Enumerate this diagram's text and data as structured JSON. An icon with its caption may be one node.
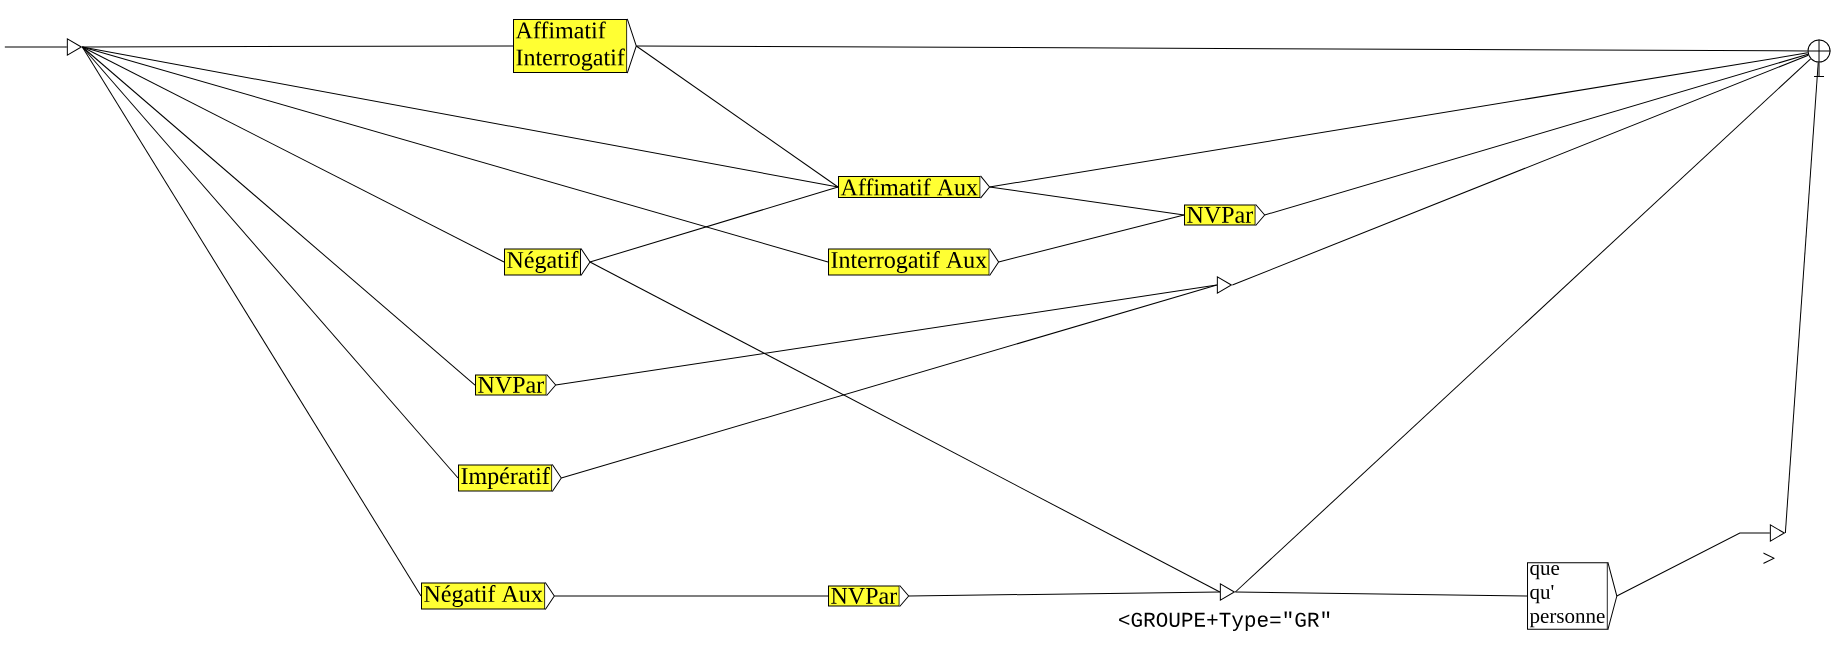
{
  "diagram": {
    "nodes": [
      {
        "text": [],
        "shape": "triangle"
      },
      {
        "text": [
          "Affimatif",
          "Interrogatif"
        ]
      },
      {
        "text": [
          "Affimatif  Aux"
        ]
      },
      {
        "text": [
          "Négatif"
        ]
      },
      {
        "text": [
          "Interrogatif  Aux"
        ]
      },
      {
        "text": [
          "NVPar"
        ]
      },
      {
        "text": [],
        "shape": "triangle"
      },
      {
        "text": [
          "NVPar"
        ]
      },
      {
        "text": [
          "Impératif"
        ]
      },
      {
        "text": [
          "Négatif  Aux"
        ]
      },
      {
        "text": [
          "NVPar"
        ]
      },
      {
        "text": [],
        "shape": "triangle",
        "beside": [
          "<GROUPE+Type=\"GR\""
        ]
      },
      {
        "text": [
          "que",
          "qu'",
          "personne"
        ]
      },
      {
        "text": [],
        "shape": "triangle",
        "beside": [
          ">"
        ]
      },
      {
        "text": [],
        "shape": "circle"
      }
    ],
    "edges": [
      {
        "from": null,
        "to": 0,
        "arrow": "none"
      },
      {
        "from": 0,
        "to": 1,
        "arrow": "none"
      },
      {
        "from": 0,
        "to": 2,
        "arrow": "none"
      },
      {
        "from": 0,
        "to": 3,
        "arrow": "none"
      },
      {
        "from": 0,
        "to": 4,
        "arrow": "none"
      },
      {
        "from": 0,
        "to": 7,
        "arrow": "none"
      },
      {
        "from": 0,
        "to": 8,
        "arrow": "none"
      },
      {
        "from": 0,
        "to": 9,
        "arrow": "none"
      },
      {
        "from": 1,
        "to": 14,
        "arrow": "none"
      },
      {
        "from": 1,
        "to": 2,
        "arrow": "none"
      },
      {
        "from": 2,
        "to": 14,
        "arrow": "none"
      },
      {
        "from": 2,
        "to": 5,
        "arrow": "none"
      },
      {
        "from": 3,
        "to": 2,
        "arrow": "none"
      },
      {
        "from": 3,
        "to": 11,
        "arrow": "none"
      },
      {
        "from": 4,
        "to": 5,
        "arrow": "none"
      },
      {
        "from": 5,
        "to": 14,
        "arrow": "none"
      },
      {
        "from": 6,
        "to": 14,
        "arrow": "none"
      },
      {
        "from": 7,
        "to": 6,
        "arrow": "none"
      },
      {
        "from": 8,
        "to": 6,
        "arrow": "none"
      },
      {
        "from": 9,
        "to": 10,
        "arrow": "none"
      },
      {
        "from": 10,
        "to": 11,
        "arrow": "none"
      },
      {
        "from": 11,
        "to": 14,
        "arrow": "none"
      },
      {
        "from": 11,
        "to": 12,
        "arrow": "none"
      },
      {
        "from": 12,
        "to": 13,
        "arrow": "none"
      },
      {
        "from": 13,
        "to": 14,
        "arrow": "none"
      }
    ]
  }
}
